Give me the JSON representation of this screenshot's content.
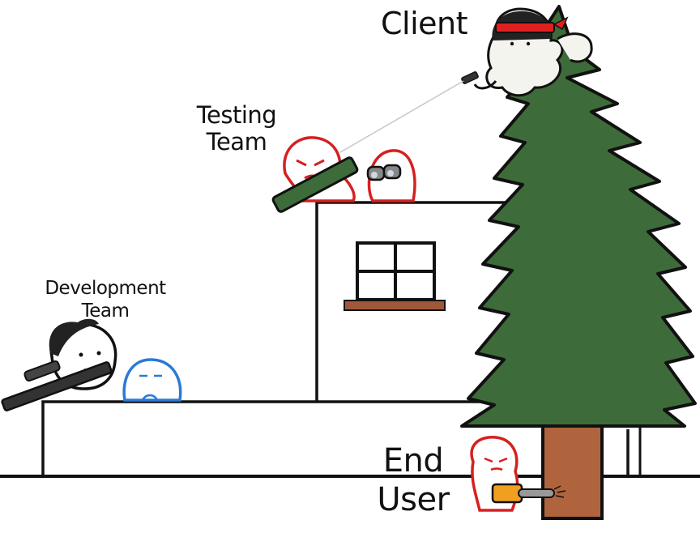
{
  "labels": {
    "client": "Client",
    "testing_team": "Testing\nTeam",
    "development_team": "Development\nTeam",
    "end_user": "End\nUser"
  },
  "colors": {
    "tree_green": "#3e6b3a",
    "trunk_brown": "#b0643d",
    "sill_brown": "#a0583a",
    "testing_red": "#d62020",
    "dev_blue": "#2a7ad8",
    "headband_red": "#e02020",
    "ink": "#111111"
  }
}
